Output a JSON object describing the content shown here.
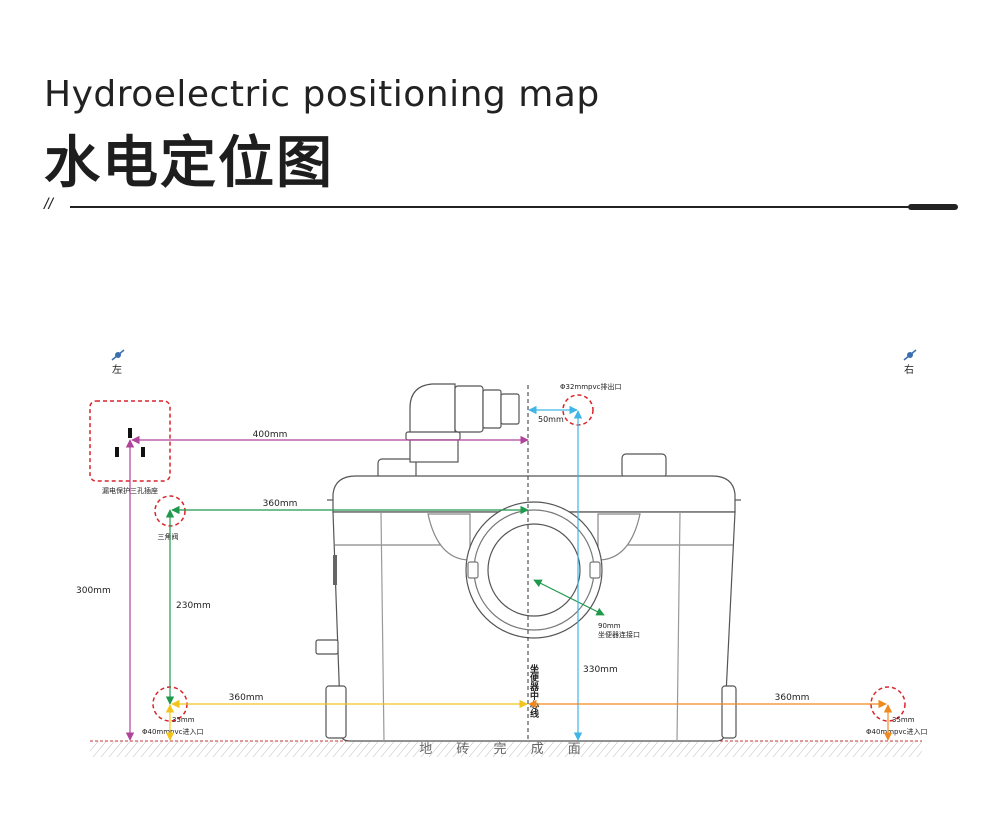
{
  "header": {
    "title_en": "Hydroelectric positioning map",
    "title_zh": "水电定位图",
    "divider_mark": "//"
  },
  "labels": {
    "left": "左",
    "right": "右",
    "socket": "漏电保护三孔插座",
    "angle_valve": "三角阀",
    "outlet": "Φ32mmpvc排出口",
    "toilet_connection_size": "90mm",
    "toilet_connection": "坐便器连接口",
    "center_line": "坐便器中心线",
    "inlet_left": "Φ40mmpvc进入口",
    "inlet_right": "Φ40mmpvc进入口",
    "floor": "地 砖 完 成 面"
  },
  "dimensions": {
    "d400": "400mm",
    "d360_valve": "360mm",
    "d50": "50mm",
    "d300": "300mm",
    "d230": "230mm",
    "d330": "330mm",
    "d360_left": "360mm",
    "d360_right": "360mm",
    "d35_left": "35mm",
    "d35_right": "35mm"
  },
  "colors": {
    "purple": "#b0449a",
    "green": "#1f9a4c",
    "cyan": "#3fb6e6",
    "yellow": "#f2c41c",
    "orange": "#f08a1e",
    "red_dash": "#d9252b",
    "device_stroke": "#555555",
    "floor": "#c9373d"
  }
}
